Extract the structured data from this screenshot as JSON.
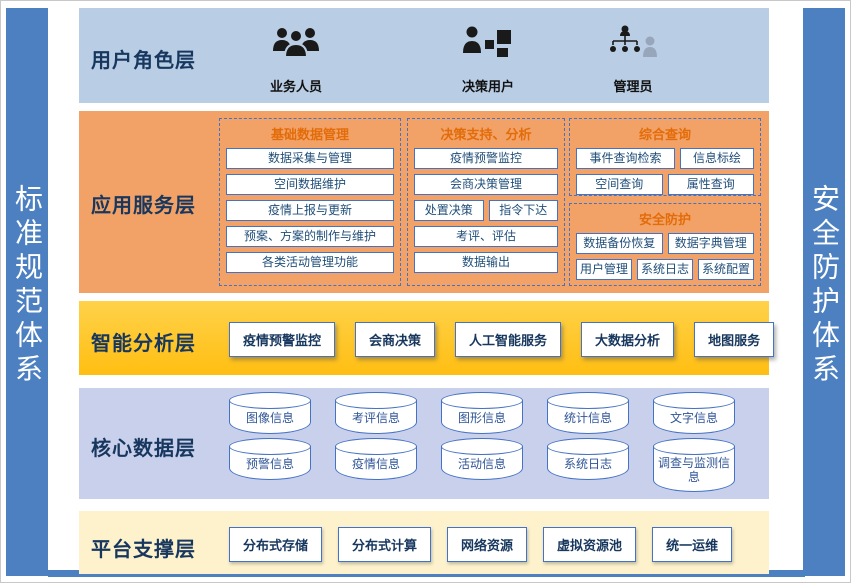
{
  "colors": {
    "accent_blue": "#4472C4",
    "sidebar_blue": "#4C80C1",
    "layer_user_role_bg": "#B9CDE5",
    "layer_app_service_bg": "#F2A266",
    "layer_analysis_bg": "#FFC42E",
    "layer_core_data_bg": "#C9D0EB",
    "layer_platform_bg": "#FDF2CC",
    "group_title_orange": "#E36C0A"
  },
  "side_bars": {
    "left": "标准规范体系",
    "right": "安全防护体系"
  },
  "layers": {
    "user_role": {
      "title": "用户角色层",
      "roles": [
        {
          "label": "业务人员",
          "icon": "business-staff-icon"
        },
        {
          "label": "决策用户",
          "icon": "decision-user-icon"
        },
        {
          "label": "管理员",
          "icon": "admin-icon"
        }
      ]
    },
    "app_service": {
      "title": "应用服务层",
      "groups": [
        {
          "title": "基础数据管理",
          "items": [
            "数据采集与管理",
            "空间数据维护",
            "疫情上报与更新",
            "预案、方案的制作与维护",
            "各类活动管理功能"
          ]
        },
        {
          "title": "决策支持、分析",
          "items": [
            "疫情预警监控",
            "会商决策管理",
            "处置决策",
            "指令下达",
            "考评、评估",
            "数据输出"
          ]
        },
        {
          "title": "综合查询",
          "items": [
            "事件查询检索",
            "信息标绘",
            "空间查询",
            "属性查询"
          ]
        },
        {
          "title": "安全防护",
          "items": [
            "数据备份恢复",
            "数据字典管理",
            "用户管理",
            "系统日志",
            "系统配置"
          ]
        }
      ]
    },
    "intelligent_analysis": {
      "title": "智能分析层",
      "items": [
        "疫情预警监控",
        "会商决策",
        "人工智能服务",
        "大数据分析",
        "地图服务"
      ]
    },
    "core_data": {
      "title": "核心数据层",
      "row1": [
        "图像信息",
        "考评信息",
        "图形信息",
        "统计信息",
        "文字信息"
      ],
      "row2": [
        "预警信息",
        "疫情信息",
        "活动信息",
        "系统日志",
        "调查与监测信息"
      ]
    },
    "platform_support": {
      "title": "平台支撑层",
      "items": [
        "分布式存储",
        "分布式计算",
        "网络资源",
        "虚拟资源池",
        "统一运维"
      ]
    }
  }
}
